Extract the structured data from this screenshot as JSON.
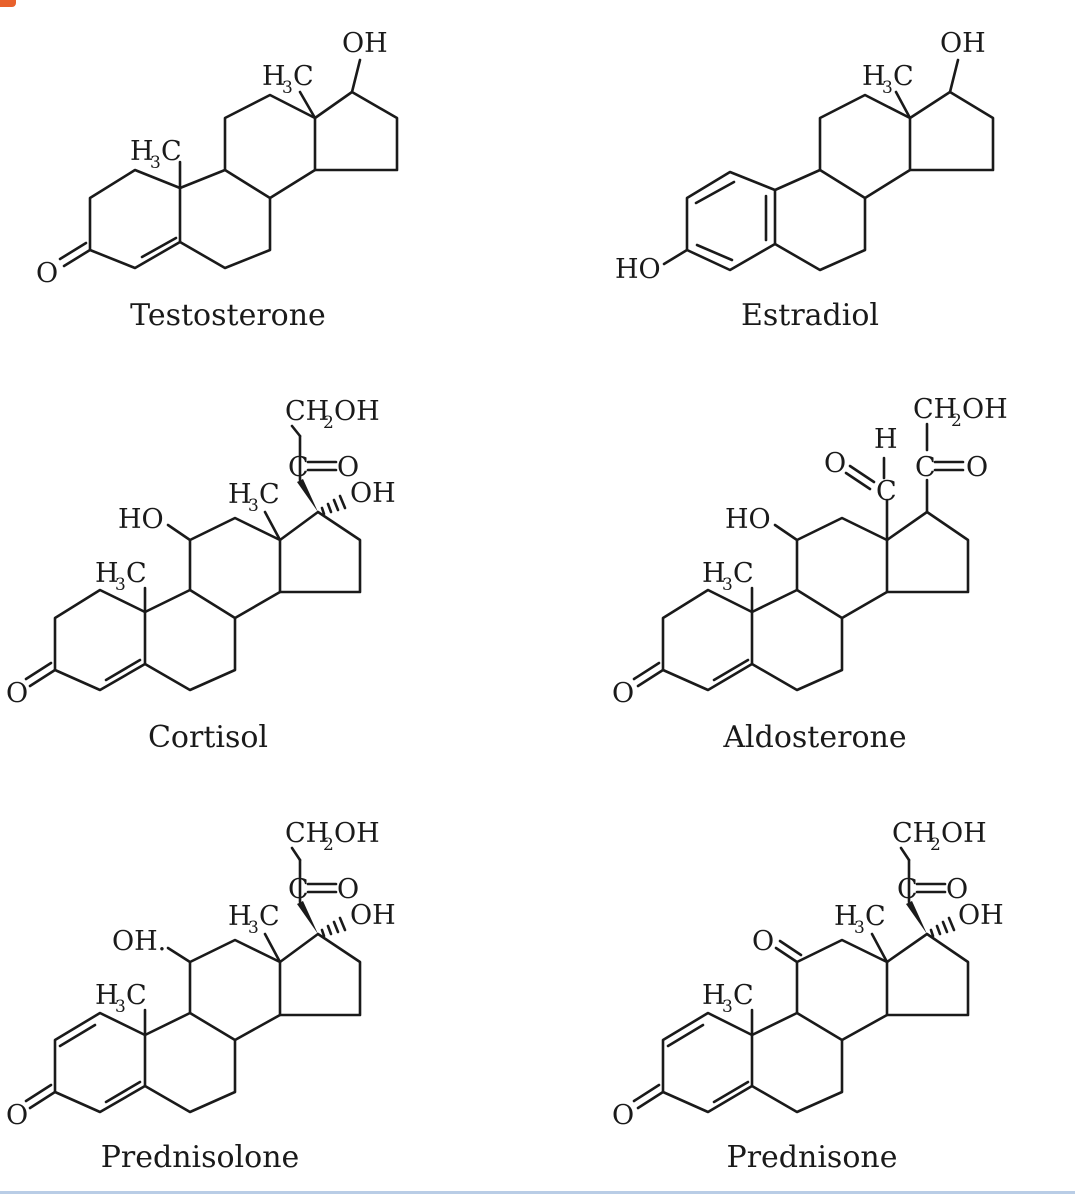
{
  "molecules": [
    {
      "id": "testosterone",
      "name": "Testosterone"
    },
    {
      "id": "estradiol",
      "name": "Estradiol"
    },
    {
      "id": "cortisol",
      "name": "Cortisol"
    },
    {
      "id": "aldosterone",
      "name": "Aldosterone"
    },
    {
      "id": "prednisolone",
      "name": "Prednisolone"
    },
    {
      "id": "prednisone",
      "name": "Prednisone"
    }
  ],
  "atom_labels": {
    "oh": "OH",
    "ho": "HO",
    "oh_dot": "OH.",
    "o": "O",
    "h": "H",
    "c": "C",
    "h3": "H",
    "h3_sub": "3",
    "h3_c": "C",
    "ch2oh_ch": "CH",
    "ch2oh_sub": "2",
    "ch2oh_oh": "OH",
    "co": "C=O"
  },
  "colors": {
    "line": "#1a1a1a",
    "background": "#ffffff",
    "bottom_rule": "#b9cde6",
    "corner_mark": "#e8612c"
  }
}
